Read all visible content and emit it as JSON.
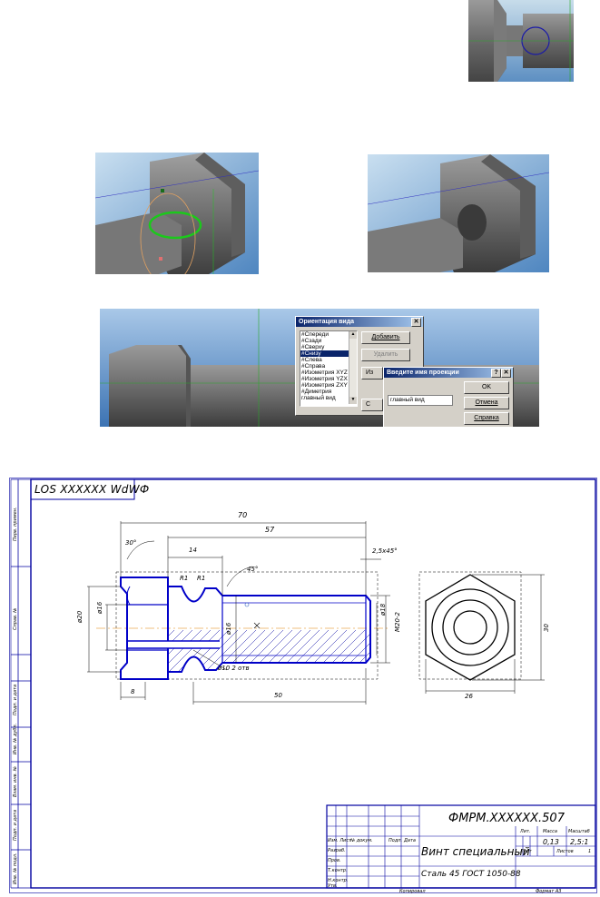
{
  "colors": {
    "viewport_bg": "#8fb6dc",
    "model_grey": "#6b6b6b",
    "outline": "#1a1aa8",
    "sheet_line": "#0000a0"
  },
  "orientation_dialog": {
    "title": "Ориентация вида",
    "close": "✕",
    "views": [
      "#Спереди",
      "#Сзади",
      "#Сверху",
      "#Снизу",
      "#Слева",
      "#Справа",
      "#Изометрия XYZ",
      "#Изометрия YZX",
      "#Изометрия ZXY",
      "#Диметрия",
      "главный вид"
    ],
    "selected_index": 3,
    "buttons": {
      "add": "Добавить",
      "delete": "Удалить",
      "change_partial": "Из",
      "close_partial": "С"
    }
  },
  "projection_dialog": {
    "title": "Введите имя проекции",
    "help": "?",
    "close": "✕",
    "input_value": "главный вид",
    "buttons": {
      "ok": "OK",
      "cancel": "Отмена",
      "help": "Справка"
    }
  },
  "drawing": {
    "stamp_top": "LOS XXXXXX WdWФ",
    "dims": {
      "d70": "70",
      "d57": "57",
      "d14": "14",
      "d2545": "2,5x45°",
      "a30": "30°",
      "r1a": "R1",
      "r1b": "R1",
      "a45": "45°",
      "d20": "ø20",
      "d16": "ø16",
      "d16b": "ø16",
      "d18": "ø18",
      "m202": "M20-2",
      "d10": "ø10  2 отв",
      "d8": "8",
      "d50": "50",
      "d26": "26",
      "d30": "30"
    },
    "side_labels": [
      "Перв. примен.",
      "Справ. №",
      "Подп. и дата",
      "Инв. № дубл.",
      "Взам. инв. №",
      "Подп. и дата",
      "Инв. № подл."
    ],
    "title_block": {
      "designation": "ФМРМ.XXXXXX.507",
      "name": "Винт специальный",
      "material": "Сталь 45  ГОСТ 1050-88",
      "lit_header": "Лит.",
      "mass_header": "Масса",
      "scale_header": "Масштаб",
      "mass": "0,13",
      "scale": "2,5:1",
      "sheet_label": "Лист",
      "sheets_label": "Листов",
      "sheets_count": "1",
      "rows": [
        "Изм. Лист",
        "№ докум.",
        "Подп.",
        "Дата",
        "Разраб.",
        "Пров.",
        "Т.контр.",
        "Н.контр.",
        "Утв."
      ],
      "copied": "Копировал",
      "format": "Формат  А3"
    }
  }
}
